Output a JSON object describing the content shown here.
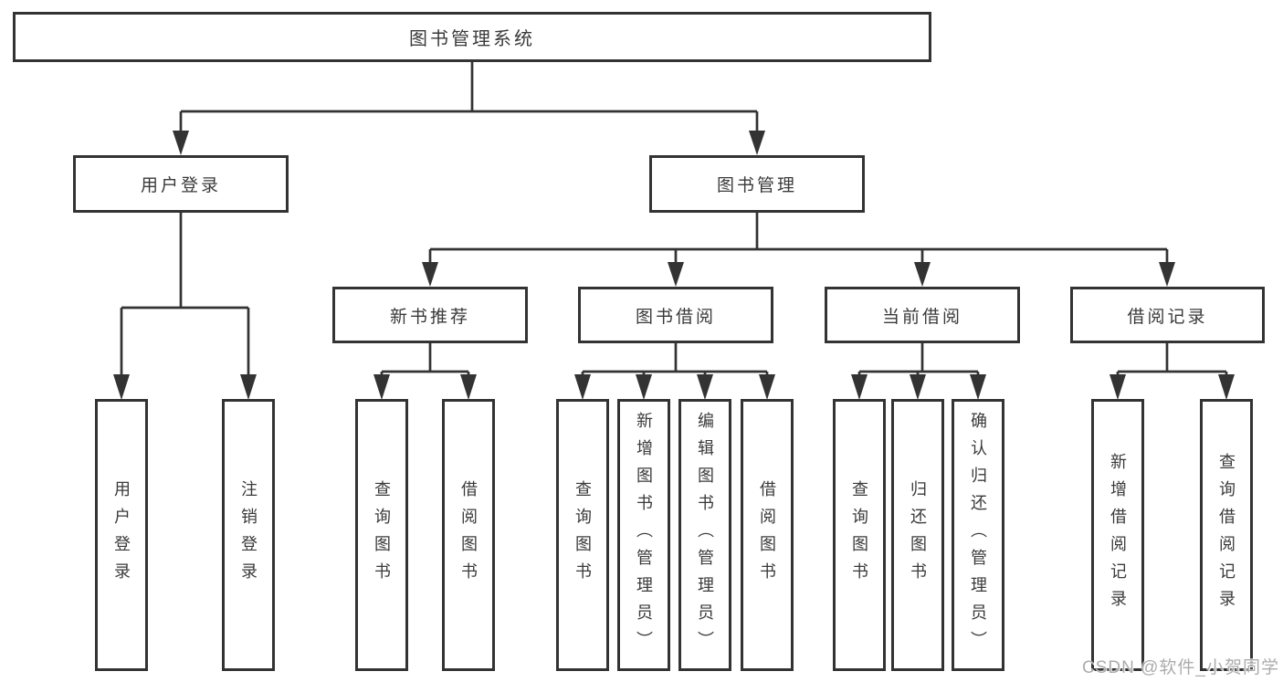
{
  "diagram_type": "hierarchy-tree",
  "style": {
    "line_color": "#333333",
    "box_border_color": "#333333",
    "text_color": "#3a3a3a",
    "background_color": "#ffffff",
    "watermark_color": "#acacac"
  },
  "root": {
    "label": "图书管理系统",
    "children": [
      {
        "label": "用户登录",
        "children": [
          {
            "label": "用户登录"
          },
          {
            "label": "注销登录"
          }
        ]
      },
      {
        "label": "图书管理",
        "children": [
          {
            "label": "新书推荐",
            "children": [
              {
                "label": "查询图书"
              },
              {
                "label": "借阅图书"
              }
            ]
          },
          {
            "label": "图书借阅",
            "children": [
              {
                "label": "查询图书"
              },
              {
                "label": "新增图书（管理员）"
              },
              {
                "label": "编辑图书（管理员）"
              },
              {
                "label": "借阅图书"
              }
            ]
          },
          {
            "label": "当前借阅",
            "children": [
              {
                "label": "查询图书"
              },
              {
                "label": "归还图书"
              },
              {
                "label": "确认归还（管理员）"
              }
            ]
          },
          {
            "label": "借阅记录",
            "children": [
              {
                "label": "新增借阅记录"
              },
              {
                "label": "查询借阅记录"
              }
            ]
          }
        ]
      }
    ]
  },
  "watermark": "CSDN @软件_小贺同学"
}
